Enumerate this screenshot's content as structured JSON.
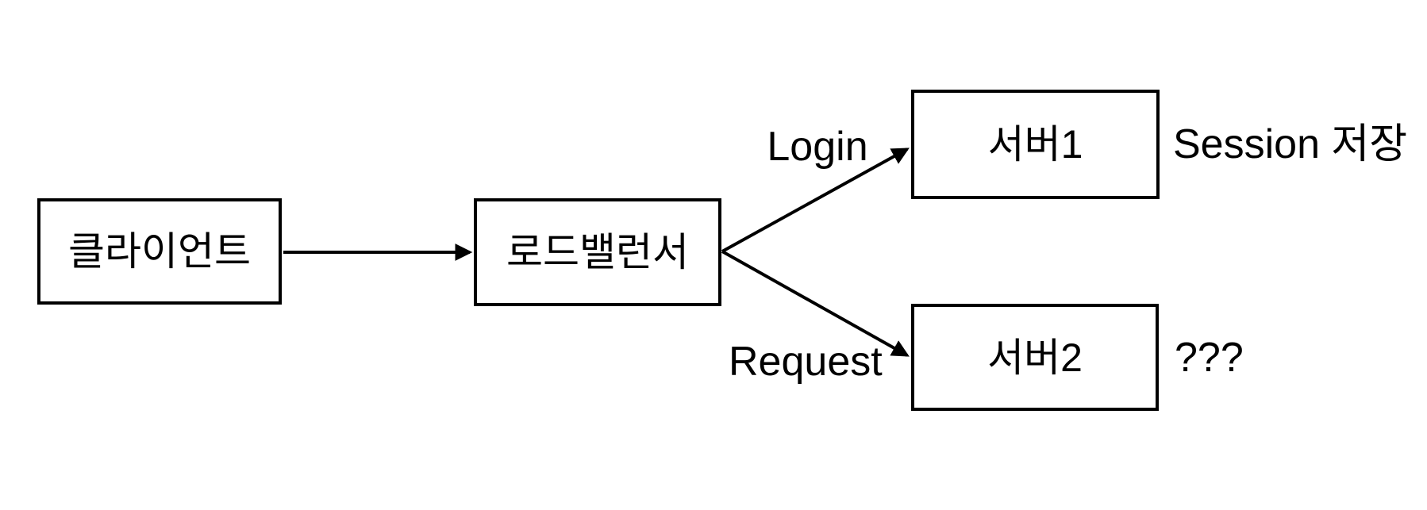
{
  "diagram": {
    "type": "flow-diagram",
    "colors": {
      "background": "#ffffff",
      "stroke": "#000000",
      "text": "#000000"
    },
    "nodes": {
      "client": {
        "label": "클라이언트"
      },
      "load_balancer": {
        "label": "로드밸런서"
      },
      "server1": {
        "label": "서버1"
      },
      "server2": {
        "label": "서버2"
      }
    },
    "edges": {
      "client_to_load_balancer": {
        "from": "클라이언트",
        "to": "로드밸런서",
        "label": ""
      },
      "load_balancer_to_server1": {
        "from": "로드밸런서",
        "to": "서버1",
        "label": "Login"
      },
      "load_balancer_to_server2": {
        "from": "로드밸런서",
        "to": "서버2",
        "label": "Request"
      }
    },
    "annotations": {
      "server1_note": {
        "text": "Session 저장"
      },
      "server2_note": {
        "text": "???"
      }
    }
  }
}
